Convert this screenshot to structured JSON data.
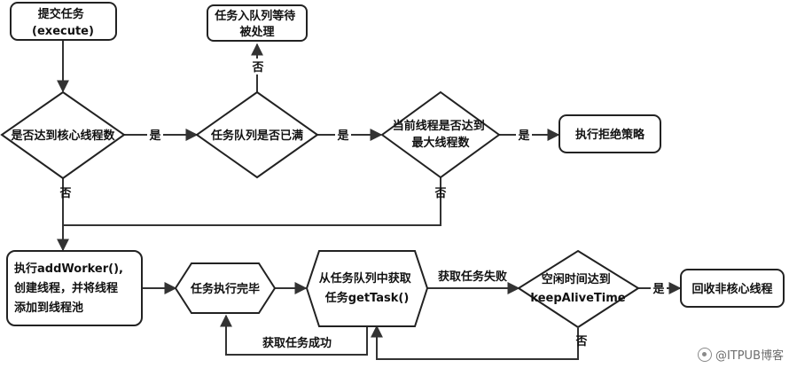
{
  "nodes": {
    "submit": [
      "提交任务",
      "(execute)"
    ],
    "enqueue": [
      "任务入队列等待",
      "被处理"
    ],
    "core_check": [
      "是否达到核心线程数"
    ],
    "queue_full": [
      "任务队列是否已满"
    ],
    "max_check": [
      "当前线程是否达到",
      "最大线程数"
    ],
    "reject": [
      "执行拒绝策略"
    ],
    "add_worker": [
      "执行addWorker(),",
      "创建线程，并将线程",
      "添加到线程池"
    ],
    "task_done": [
      "任务执行完毕"
    ],
    "get_task": [
      "从任务队列中获取",
      "任务getTask()"
    ],
    "keepalive": [
      "空闲时间达到",
      "keepAliveTime"
    ],
    "recycle": [
      "回收非核心线程"
    ]
  },
  "labels": {
    "yes": "是",
    "no": "否",
    "get_fail": "获取任务失败",
    "get_success": "获取任务成功"
  },
  "watermark": "@ITPUB博客"
}
